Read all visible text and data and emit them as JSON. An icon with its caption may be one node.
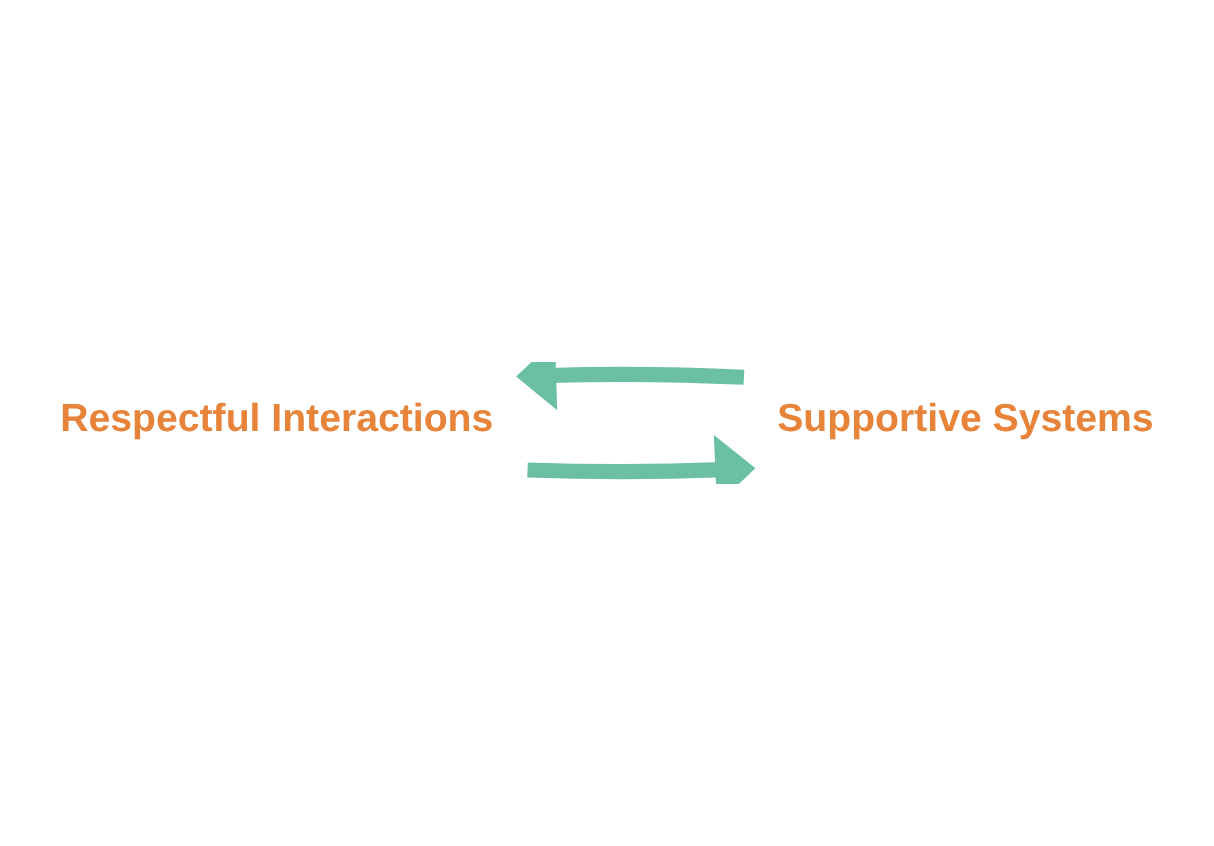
{
  "diagram": {
    "nodes": [
      {
        "text": [
          "Respectful Interactions"
        ]
      },
      {
        "text": [
          "Supportive Systems"
        ]
      }
    ],
    "edges": [
      {
        "from": 0,
        "to": 1,
        "arrow": "to"
      },
      {
        "from": 1,
        "to": 0,
        "arrow": "to"
      }
    ]
  }
}
